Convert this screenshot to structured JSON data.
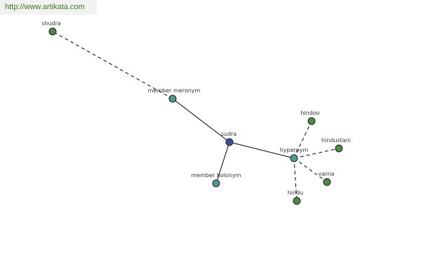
{
  "watermark": {
    "text": "http://www.artikata.com"
  },
  "colors": {
    "center": "#3b4f9c",
    "relation": "#4f9a8c",
    "term": "#4e8a46"
  },
  "graph": {
    "nodes": [
      {
        "id": "sudra",
        "label": "sudra",
        "kind": "center"
      },
      {
        "id": "member-meronym",
        "label": "member meronym",
        "kind": "relation"
      },
      {
        "id": "member-holonym",
        "label": "member holonym",
        "kind": "relation"
      },
      {
        "id": "hypernym",
        "label": "hypernym",
        "kind": "relation"
      },
      {
        "id": "shudra",
        "label": "shudra",
        "kind": "term"
      },
      {
        "id": "hindoo",
        "label": "hindoo",
        "kind": "term"
      },
      {
        "id": "hindustani",
        "label": "hindustani",
        "kind": "term"
      },
      {
        "id": "varna",
        "label": "varna",
        "kind": "term"
      },
      {
        "id": "hindu",
        "label": "hindu",
        "kind": "term"
      }
    ],
    "edges": [
      {
        "from": "sudra",
        "to": "member-meronym",
        "style": "solid"
      },
      {
        "from": "sudra",
        "to": "member-holonym",
        "style": "solid"
      },
      {
        "from": "sudra",
        "to": "hypernym",
        "style": "solid"
      },
      {
        "from": "member-meronym",
        "to": "shudra",
        "style": "dashed"
      },
      {
        "from": "hypernym",
        "to": "hindoo",
        "style": "dashed"
      },
      {
        "from": "hypernym",
        "to": "hindustani",
        "style": "dashed"
      },
      {
        "from": "hypernym",
        "to": "varna",
        "style": "dashed"
      },
      {
        "from": "hypernym",
        "to": "hindu",
        "style": "dashed"
      }
    ]
  }
}
